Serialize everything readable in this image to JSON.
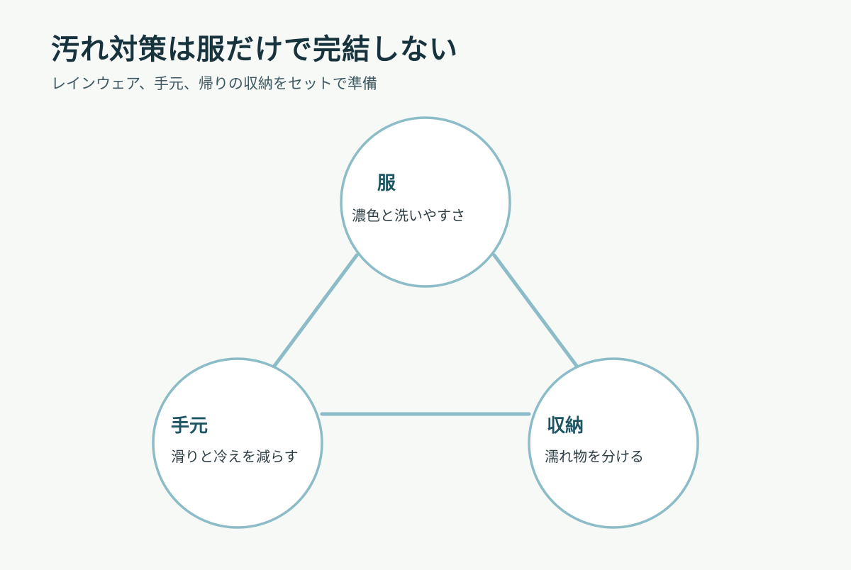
{
  "header": {
    "title": "汚れ対策は服だけで完結しない",
    "subtitle": "レインウェア、手元、帰りの収納をセットで準備"
  },
  "colors": {
    "background": "#f7f9f7",
    "title_text": "#17333d",
    "subtitle_text": "#3e5861",
    "accent_stroke": "#8bbcc7",
    "node_fill": "#ffffff",
    "node_label_text": "#1e5563",
    "node_desc_text": "#2f3f45"
  },
  "diagram": {
    "nodes": [
      {
        "id": "clothes",
        "label": "服",
        "description": "濃色と洗いやすさ"
      },
      {
        "id": "hands",
        "label": "手元",
        "description": "滑りと冷えを減らす"
      },
      {
        "id": "storage",
        "label": "収納",
        "description": "濡れ物を分ける"
      }
    ],
    "edges": [
      {
        "from": "clothes",
        "to": "hands"
      },
      {
        "from": "clothes",
        "to": "storage"
      },
      {
        "from": "hands",
        "to": "storage"
      }
    ]
  }
}
